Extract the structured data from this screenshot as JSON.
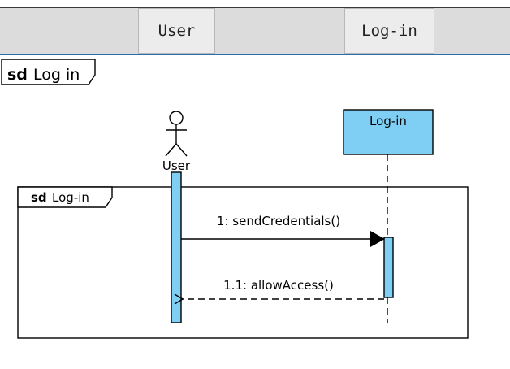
{
  "header": {
    "lanes": [
      {
        "label": "User"
      },
      {
        "label": "Log-in"
      }
    ]
  },
  "diagram": {
    "outer_frame": {
      "keyword": "sd",
      "name": "Log in"
    },
    "inner_frame": {
      "keyword": "sd",
      "name": "Log-in"
    },
    "actor": {
      "name": "User"
    },
    "lifeline": {
      "name": "Log-in",
      "fill": "#7fcff5"
    },
    "messages": [
      {
        "label": "1: sendCredentials()",
        "kind": "synchronous"
      },
      {
        "label": "1.1: allowAccess()",
        "kind": "reply"
      }
    ]
  },
  "colors": {
    "activation_fill": "#7fcff5",
    "header_bg": "#dcdcdc",
    "header_border": "#2c6fa8"
  }
}
